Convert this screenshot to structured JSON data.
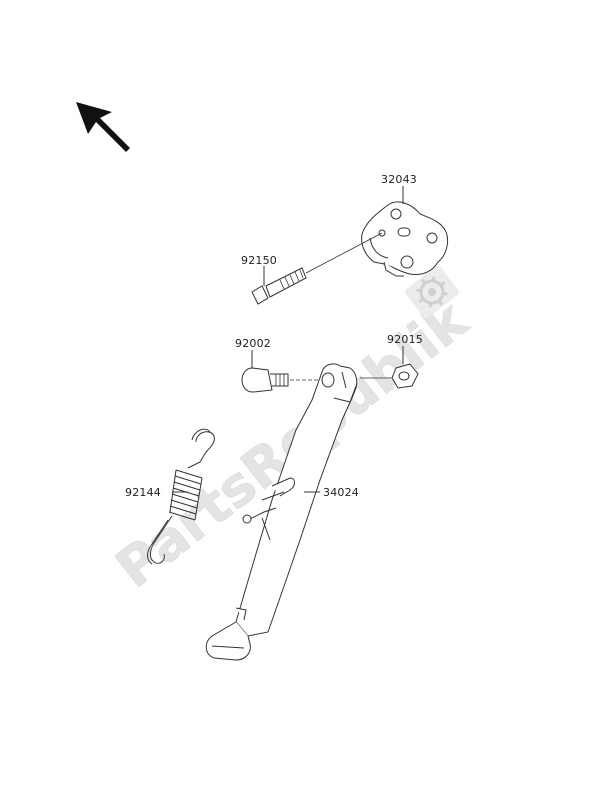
{
  "parts": [
    {
      "id": "32043",
      "label": "32043",
      "name": "bracket"
    },
    {
      "id": "92150",
      "label": "92150",
      "name": "bolt"
    },
    {
      "id": "92002",
      "label": "92002",
      "name": "pivot-bolt"
    },
    {
      "id": "92015",
      "label": "92015",
      "name": "nut"
    },
    {
      "id": "92144",
      "label": "92144",
      "name": "spring"
    },
    {
      "id": "34024",
      "label": "34024",
      "name": "side-stand"
    }
  ],
  "watermark": {
    "text": "PartsRepublik",
    "color": "#e6e6e6"
  },
  "colors": {
    "line": "#333333",
    "text": "#222222"
  }
}
